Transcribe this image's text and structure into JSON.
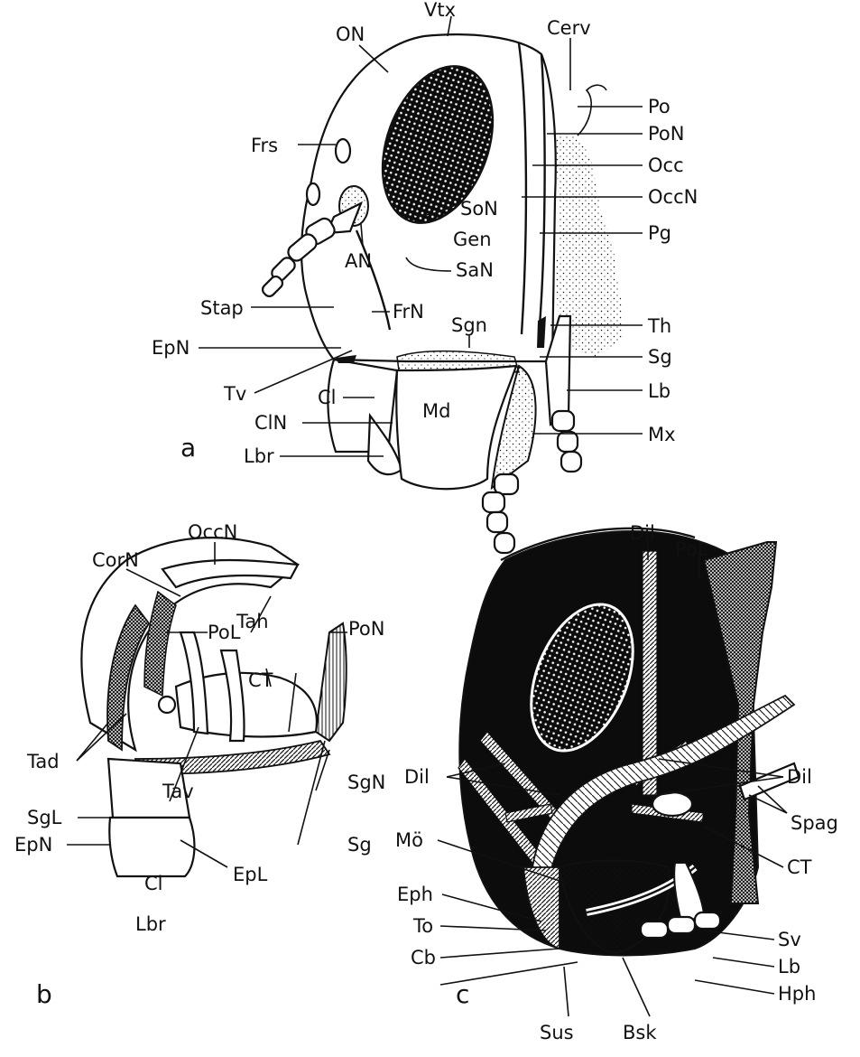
{
  "panels": {
    "a": {
      "letter": "a",
      "labels": {
        "Vtx": "Vtx",
        "ON": "ON",
        "Cerv": "Cerv",
        "Po": "Po",
        "PoN": "PoN",
        "Occ": "Occ",
        "OccN": "OccN",
        "Pg": "Pg",
        "Frs": "Frs",
        "SoN": "SoN",
        "Gen": "Gen",
        "AN": "AN",
        "SaN": "SaN",
        "Stap": "Stap",
        "FrN": "FrN",
        "Sgn": "Sgn",
        "Th": "Th",
        "EpN": "EpN",
        "Sg": "Sg",
        "Tv": "Tv",
        "Cl": "Cl",
        "Lb": "Lb",
        "ClN": "ClN",
        "Md": "Md",
        "Mx": "Mx",
        "Lbr": "Lbr"
      }
    },
    "b": {
      "letter": "b",
      "labels": {
        "OccN": "OccN",
        "CorN": "CorN",
        "Tah": "Tah",
        "PoN": "PoN",
        "PoL": "PoL",
        "CT": "CT",
        "Tad": "Tad",
        "SgL": "SgL",
        "Tav": "Tav",
        "SgN": "SgN",
        "EpN": "EpN",
        "Sg": "Sg",
        "Cl": "Cl",
        "EpL": "EpL",
        "Lbr": "Lbr"
      }
    },
    "c": {
      "letter": "c",
      "labels": {
        "Dil_top": "Dil",
        "PoL": "PoL",
        "Dil_left": "Dil",
        "Dil_right": "Dil",
        "Spag": "Spag",
        "Mo": "Mö",
        "CT": "CT",
        "Eph": "Eph",
        "To": "To",
        "Sv": "Sv",
        "Cb": "Cb",
        "Lb": "Lb",
        "Hph": "Hph",
        "Sus": "Sus",
        "Bsk": "Bsk"
      }
    }
  },
  "colors": {
    "ink": "#111111",
    "paper": "#ffffff",
    "fill": "#0c0c0c"
  }
}
